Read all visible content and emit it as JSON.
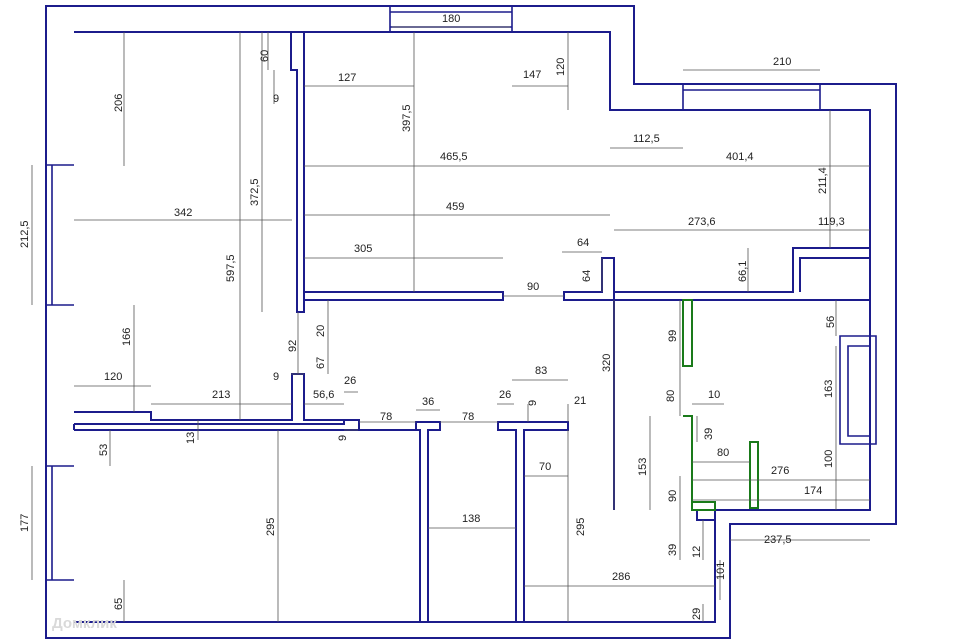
{
  "watermark": "Домклик",
  "dimensions": [
    {
      "t": "180"
    },
    {
      "t": "210"
    },
    {
      "t": "60"
    },
    {
      "t": "206"
    },
    {
      "t": "127"
    },
    {
      "t": "397,5"
    },
    {
      "t": "147"
    },
    {
      "t": "120"
    },
    {
      "t": "9"
    },
    {
      "t": "112,5"
    },
    {
      "t": "465,5"
    },
    {
      "t": "401,4"
    },
    {
      "t": "372,5"
    },
    {
      "t": "342"
    },
    {
      "t": "212,5"
    },
    {
      "t": "211,4"
    },
    {
      "t": "459"
    },
    {
      "t": "273,6"
    },
    {
      "t": "119,3"
    },
    {
      "t": "597,5"
    },
    {
      "t": "64"
    },
    {
      "t": "305"
    },
    {
      "t": "64"
    },
    {
      "t": "66,1"
    },
    {
      "t": "90"
    },
    {
      "t": "166"
    },
    {
      "t": "20"
    },
    {
      "t": "92"
    },
    {
      "t": "99"
    },
    {
      "t": "56"
    },
    {
      "t": "67"
    },
    {
      "t": "320"
    },
    {
      "t": "120"
    },
    {
      "t": "9"
    },
    {
      "t": "26"
    },
    {
      "t": "83"
    },
    {
      "t": "163"
    },
    {
      "t": "213"
    },
    {
      "t": "56,6"
    },
    {
      "t": "80"
    },
    {
      "t": "10"
    },
    {
      "t": "26"
    },
    {
      "t": "21"
    },
    {
      "t": "78"
    },
    {
      "t": "36"
    },
    {
      "t": "78"
    },
    {
      "t": "9"
    },
    {
      "t": "39"
    },
    {
      "t": "13"
    },
    {
      "t": "9"
    },
    {
      "t": "53"
    },
    {
      "t": "80"
    },
    {
      "t": "100"
    },
    {
      "t": "153"
    },
    {
      "t": "70"
    },
    {
      "t": "276"
    },
    {
      "t": "174"
    },
    {
      "t": "90"
    },
    {
      "t": "138"
    },
    {
      "t": "177"
    },
    {
      "t": "295"
    },
    {
      "t": "295"
    },
    {
      "t": "237,5"
    },
    {
      "t": "39"
    },
    {
      "t": "12"
    },
    {
      "t": "101"
    },
    {
      "t": "286"
    },
    {
      "t": "65"
    },
    {
      "t": "29"
    }
  ]
}
